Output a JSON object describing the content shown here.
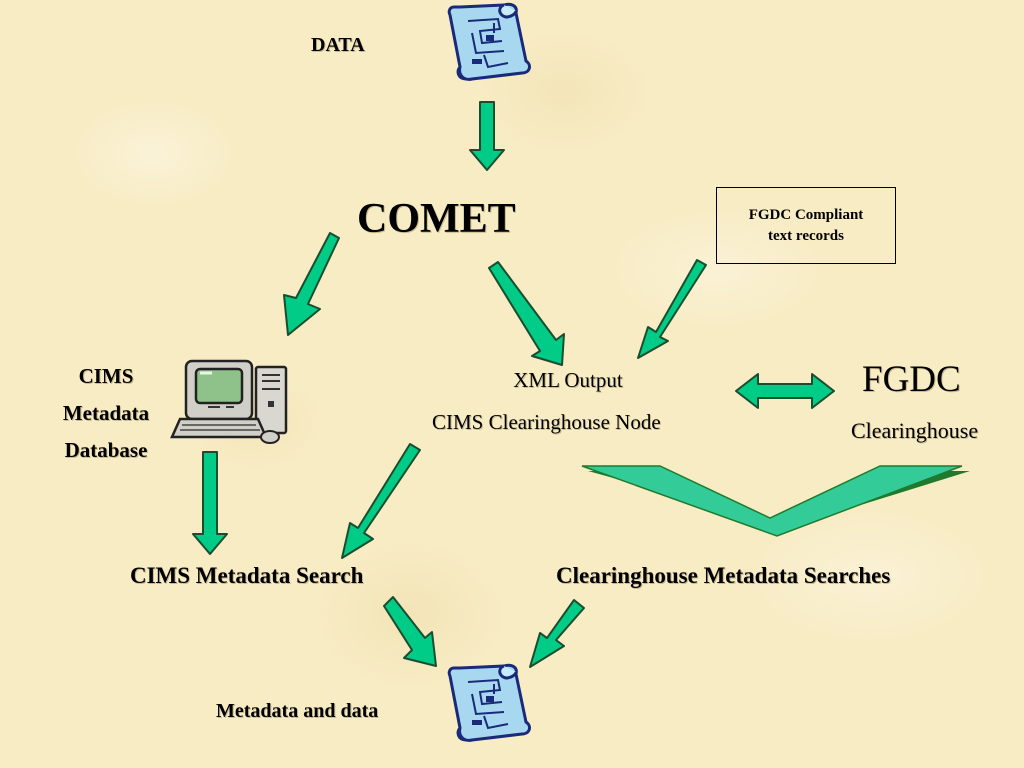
{
  "nodes": {
    "data": "DATA",
    "comet": "COMET",
    "fgdc_box": {
      "line1": "FGDC Compliant",
      "line2": "text records"
    },
    "cims_db": {
      "line1": "CIMS",
      "line2": "Metadata",
      "line3": "Database"
    },
    "xml_output": "XML Output",
    "clearinghouse_node": "CIMS Clearinghouse Node",
    "fgdc": {
      "title": "FGDC",
      "subtitle": "Clearinghouse"
    },
    "cims_search": "CIMS Metadata Search",
    "clearinghouse_searches": "Clearinghouse Metadata Searches",
    "metadata_and_data": "Metadata and data"
  },
  "icons": {
    "data": "map-scroll-icon",
    "database": "computer-icon",
    "output": "map-scroll-icon"
  },
  "colors": {
    "arrow_fill": "#00cc88",
    "arrow_stroke": "#1a4d2e",
    "chevron_light": "#33cc99",
    "chevron_dark": "#1f7a2e",
    "scroll_fill": "#a8d8f0",
    "scroll_stroke": "#1a2a7a"
  }
}
